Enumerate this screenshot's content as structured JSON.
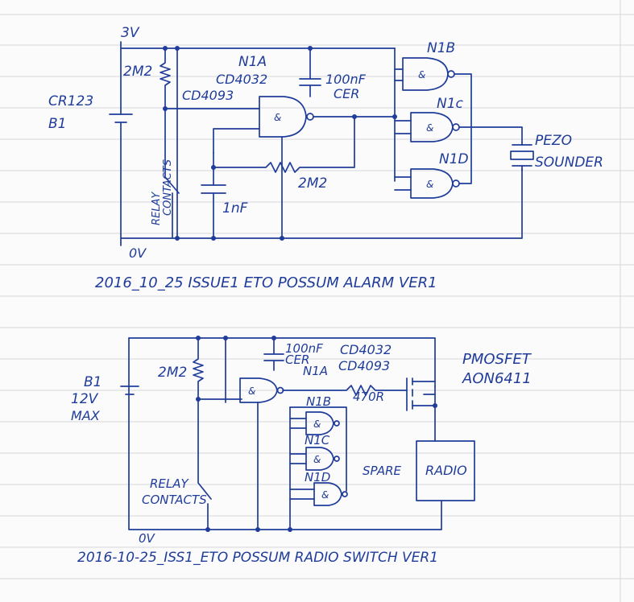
{
  "top_circuit": {
    "supply_label": "3V",
    "battery_type": "CR123",
    "battery_ref": "B1",
    "resistor_1": "2M2",
    "gate_a_label": "N1A",
    "chip_1": "CD4032",
    "chip_2": "CD4093",
    "cap_1": "100nF",
    "cap_1_type": "CER",
    "gate_b_label": "N1B",
    "gate_c_label": "N1c",
    "gate_d_label": "N1D",
    "piezo_1": "PEZO",
    "piezo_2": "SOUNDER",
    "relay_1": "RELAY",
    "relay_2": "CONTACTS",
    "resistor_2": "2M2",
    "cap_2": "1nF",
    "ground_label": "0V",
    "title": "2016_10_25  ISSUE1  ETO POSSUM   ALARM  VER1"
  },
  "bottom_circuit": {
    "battery_ref": "B1",
    "battery_voltage": "12V",
    "battery_max": "MAX",
    "resistor_1": "2M2",
    "cap_1": "100nF",
    "cap_1_type": "CER",
    "chip_1": "CD4032",
    "chip_2": "CD4093",
    "gate_a_label": "N1A",
    "resistor_2": "470R",
    "mosfet_1": "PMOSFET",
    "mosfet_2": "AON6411",
    "gate_b_label": "N1B",
    "gate_c_label": "N1C",
    "gate_d_label": "N1D",
    "spare_label": "SPARE",
    "radio_label": "RADIO",
    "relay_1": "RELAY",
    "relay_2": "CONTACTS",
    "ground_label": "0V",
    "title": "2016-10-25_ISS1_ETO POSSUM RADIO SWITCH VER1"
  },
  "colors": {
    "ink": "#1f3c9a",
    "ruling": "#d7d7dd",
    "paper": "#fbfbfb"
  }
}
